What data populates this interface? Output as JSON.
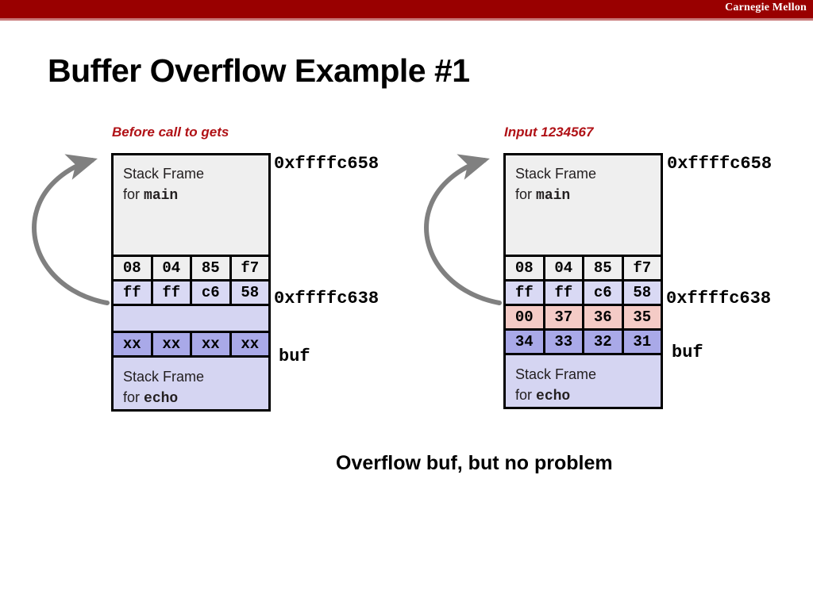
{
  "banner": {
    "brand": "Carnegie Mellon",
    "bar_color": "#990000",
    "rule_color": "#c97b7b"
  },
  "title": "Buffer Overflow Example #1",
  "note": "Overflow buf, but no problem",
  "colors": {
    "caption_red": "#b01116",
    "frame_gray": "#efefef",
    "lavender_light": "#d5d5f2",
    "lavender_cell": "#d9d9f4",
    "periwinkle": "#a9a9e8",
    "pink": "#f4cbc6",
    "arrow_gray": "#808080"
  },
  "diagrams": [
    {
      "caption": "Before call to gets",
      "main_frame": {
        "line1": "Stack Frame",
        "line2_prefix": "for ",
        "line2_mono": "main"
      },
      "echo_frame": {
        "line1": "Stack Frame",
        "line2_prefix": "for ",
        "line2_mono": "echo"
      },
      "rows": [
        {
          "name": "row-saved-high",
          "fill": "gray",
          "cells": [
            "08",
            "04",
            "85",
            "f7"
          ]
        },
        {
          "name": "row-return-addr",
          "fill": "lavender",
          "cells": [
            "ff",
            "ff",
            "c6",
            "58"
          ]
        },
        {
          "name": "row-blank",
          "fill": "lavender",
          "cells": []
        },
        {
          "name": "row-buf",
          "fill": "periwinkle",
          "cells": [
            "xx",
            "xx",
            "xx",
            "xx"
          ]
        }
      ],
      "labels": {
        "addr_top": "0xffffc658",
        "addr_mid": "0xffffc638",
        "buf": "buf"
      }
    },
    {
      "caption": "Input 1234567",
      "main_frame": {
        "line1": "Stack Frame",
        "line2_prefix": "for ",
        "line2_mono": "main"
      },
      "echo_frame": {
        "line1": "Stack Frame",
        "line2_prefix": "for ",
        "line2_mono": "echo"
      },
      "rows": [
        {
          "name": "row-saved-high",
          "fill": "gray",
          "cells": [
            "08",
            "04",
            "85",
            "f7"
          ]
        },
        {
          "name": "row-return-addr",
          "fill": "lavender",
          "cells": [
            "ff",
            "ff",
            "c6",
            "58"
          ]
        },
        {
          "name": "row-overflow",
          "fill": "pink",
          "cells": [
            "00",
            "37",
            "36",
            "35"
          ]
        },
        {
          "name": "row-buf",
          "fill": "periwinkle",
          "cells": [
            "34",
            "33",
            "32",
            "31"
          ]
        }
      ],
      "labels": {
        "addr_top": "0xffffc658",
        "addr_mid": "0xffffc638",
        "buf": "buf"
      }
    }
  ]
}
